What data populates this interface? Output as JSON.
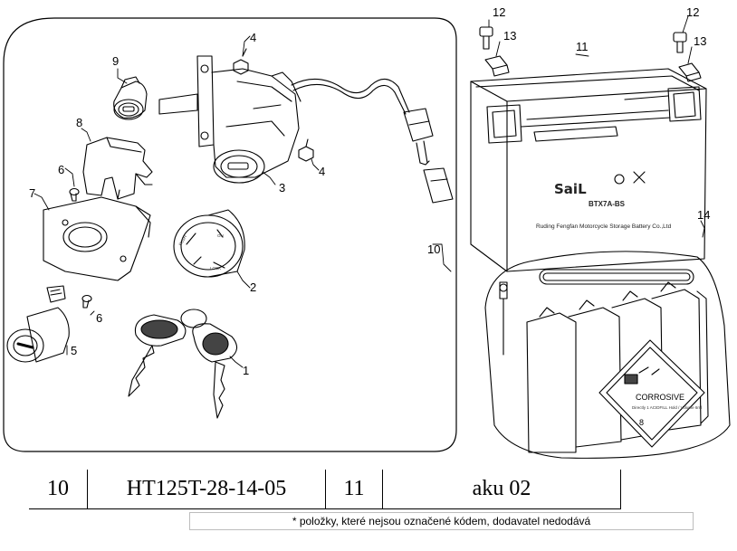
{
  "diagram": {
    "callouts": {
      "c1": "1",
      "c2": "2",
      "c3": "3",
      "c4a": "4",
      "c4b": "4",
      "c5": "5",
      "c6a": "6",
      "c6b": "6",
      "c7": "7",
      "c8": "8",
      "c9": "9",
      "c10": "10",
      "c11": "11",
      "c12a": "12",
      "c12b": "12",
      "c13a": "13",
      "c13b": "13",
      "c14": "14"
    },
    "battery": {
      "brand": "SaiL",
      "model": "BTX7A-BS",
      "maker": "Ruding Fengfan Motorcycle Storage Battery Co.,Ltd"
    },
    "acid_pack": {
      "hazard_label": "CORROSIVE",
      "hazard_class": "8",
      "small_print": "Directly 1 ACIDFILL Hold / Volume 6ml"
    }
  },
  "parts_table": {
    "rows": [
      {
        "pos_a": "10",
        "code_a": "HT125T-28-14-05",
        "pos_b": "11",
        "code_b": "aku 02"
      }
    ]
  },
  "footnote": "* položky, které nejsou označené kódem, dodavatel nedodává"
}
